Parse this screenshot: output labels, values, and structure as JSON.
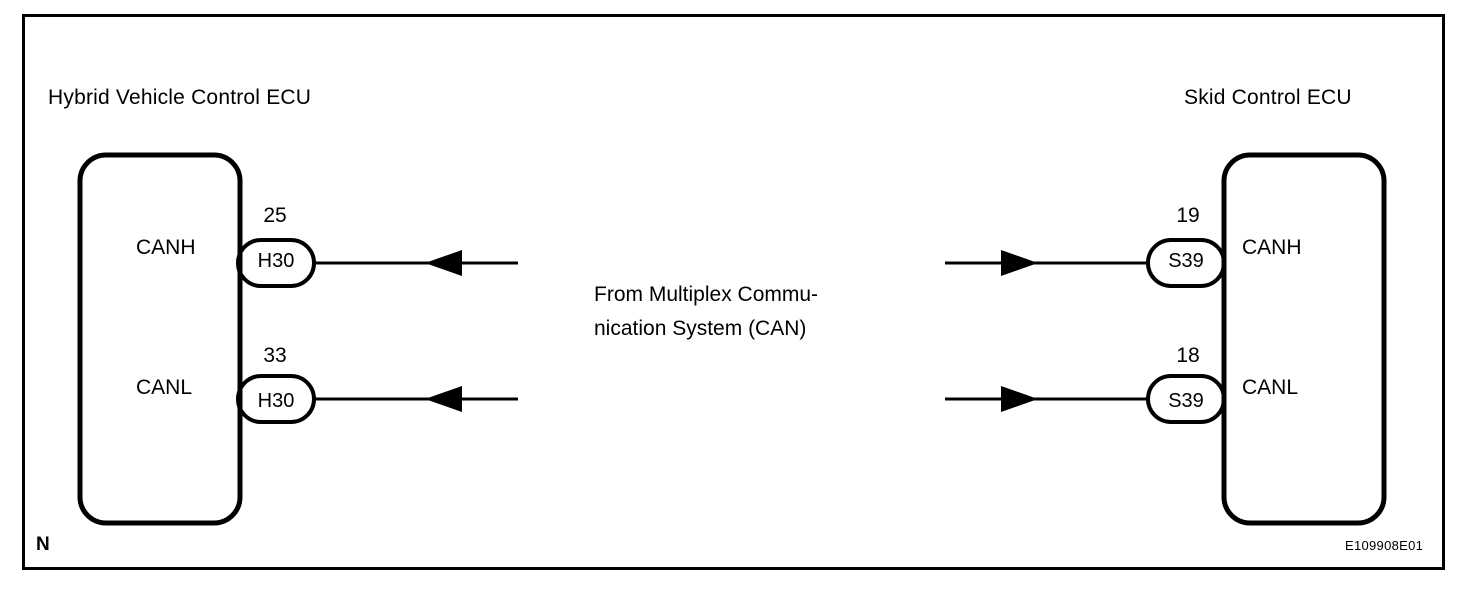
{
  "diagram": {
    "type": "automotive-wiring-diagram",
    "corner_mark": "N",
    "diagram_code": "E109908E01",
    "ecus": {
      "left": {
        "title": "Hybrid Vehicle Control ECU",
        "ports": [
          {
            "signal": "CANH",
            "pin": "25",
            "connector": "H30"
          },
          {
            "signal": "CANL",
            "pin": "33",
            "connector": "H30"
          }
        ]
      },
      "right": {
        "title": "Skid Control ECU",
        "ports": [
          {
            "signal": "CANH",
            "pin": "19",
            "connector": "S39"
          },
          {
            "signal": "CANL",
            "pin": "18",
            "connector": "S39"
          }
        ]
      }
    },
    "center_note": {
      "line1": "From Multiplex Commu-",
      "line2": "nication System (CAN)"
    },
    "colors": {
      "stroke": "#000000",
      "background": "#ffffff"
    }
  }
}
